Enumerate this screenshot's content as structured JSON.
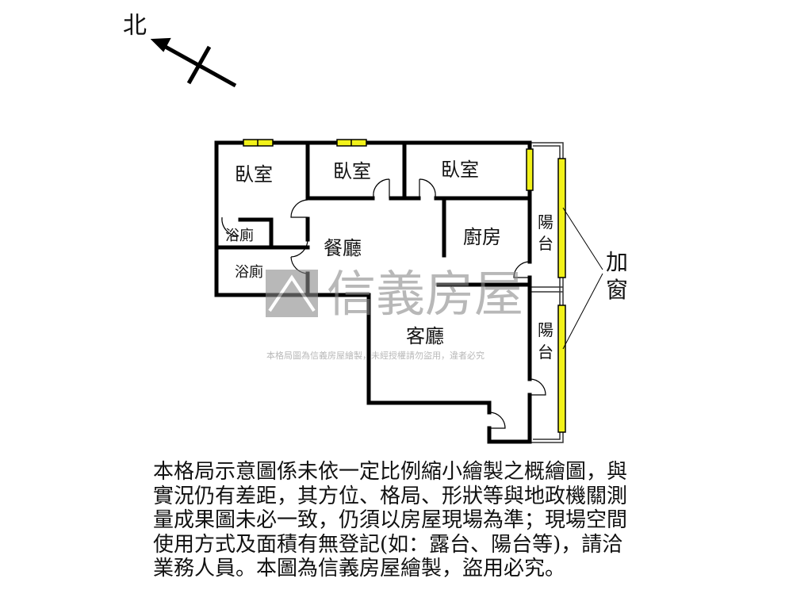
{
  "compass": {
    "label": "北",
    "icon": "north-arrow-icon"
  },
  "rooms": {
    "bedroom_1": "臥室",
    "bedroom_2": "臥室",
    "bedroom_3": "臥室",
    "bathroom_1": "浴廁",
    "bathroom_2": "浴廁",
    "dining": "餐廳",
    "kitchen": "廚房",
    "living": "客廳",
    "balcony_1": [
      "陽",
      "台"
    ],
    "balcony_2": [
      "陽",
      "台"
    ]
  },
  "annotation": [
    "加",
    "窗"
  ],
  "watermark": {
    "brand": "信義房屋",
    "notice": "本格局圖為信義房屋繪製，未經授權請勿盜用，違者必究"
  },
  "colors": {
    "wall": "#000000",
    "window": "#f2f21a",
    "watermark": "#9a9a9a"
  },
  "disclaimer": [
    "本格局示意圖係未依一定比例縮小繪製之概繪圖，與",
    "實況仍有差距，其方位、格局、形狀等與地政機關測",
    "量成果圖未必一致，仍須以房屋現場為準；現場空間",
    "使用方式及面積有無登記(如：露台、陽台等)，請洽",
    "業務人員。本圖為信義房屋繪製，盜用必究。"
  ]
}
